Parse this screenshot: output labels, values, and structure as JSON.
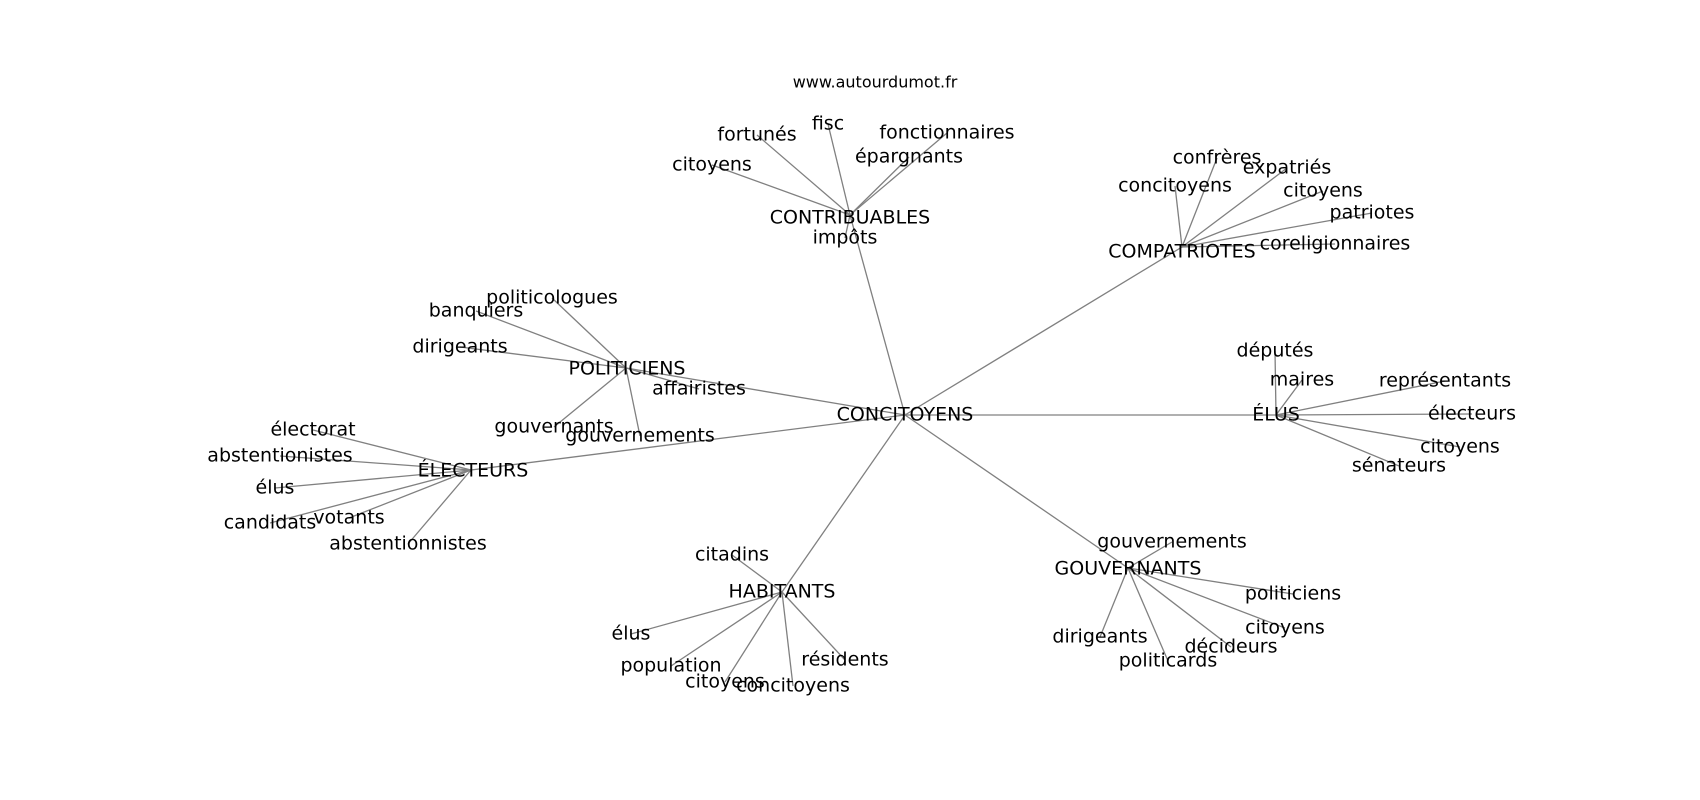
{
  "source": "www.autourdumot.fr",
  "center": "CONCITOYENS",
  "clusters": [
    {
      "label": "CONTRIBUABLES",
      "words": [
        "fisc",
        "fortunés",
        "citoyens",
        "fonctionnaires",
        "épargnants",
        "impôts"
      ]
    },
    {
      "label": "COMPATRIOTES",
      "words": [
        "confrères",
        "expatriés",
        "concitoyens",
        "citoyens",
        "patriotes",
        "coreligionnaires"
      ]
    },
    {
      "label": "POLITICIENS",
      "words": [
        "politicologues",
        "banquiers",
        "dirigeants",
        "affairistes",
        "gouvernants",
        "gouvernements"
      ]
    },
    {
      "label": "ÉLUS",
      "words": [
        "députés",
        "maires",
        "représentants",
        "électeurs",
        "citoyens",
        "sénateurs"
      ]
    },
    {
      "label": "ÉLECTEURS",
      "words": [
        "électorat",
        "abstentionistes",
        "élus",
        "candidats",
        "votants",
        "abstentionnistes"
      ]
    },
    {
      "label": "HABITANTS",
      "words": [
        "citadins",
        "élus",
        "population",
        "citoyens",
        "concitoyens",
        "résidents"
      ]
    },
    {
      "label": "GOUVERNANTS",
      "words": [
        "gouvernements",
        "politiciens",
        "citoyens",
        "dirigeants",
        "décideurs",
        "politicards"
      ]
    }
  ]
}
